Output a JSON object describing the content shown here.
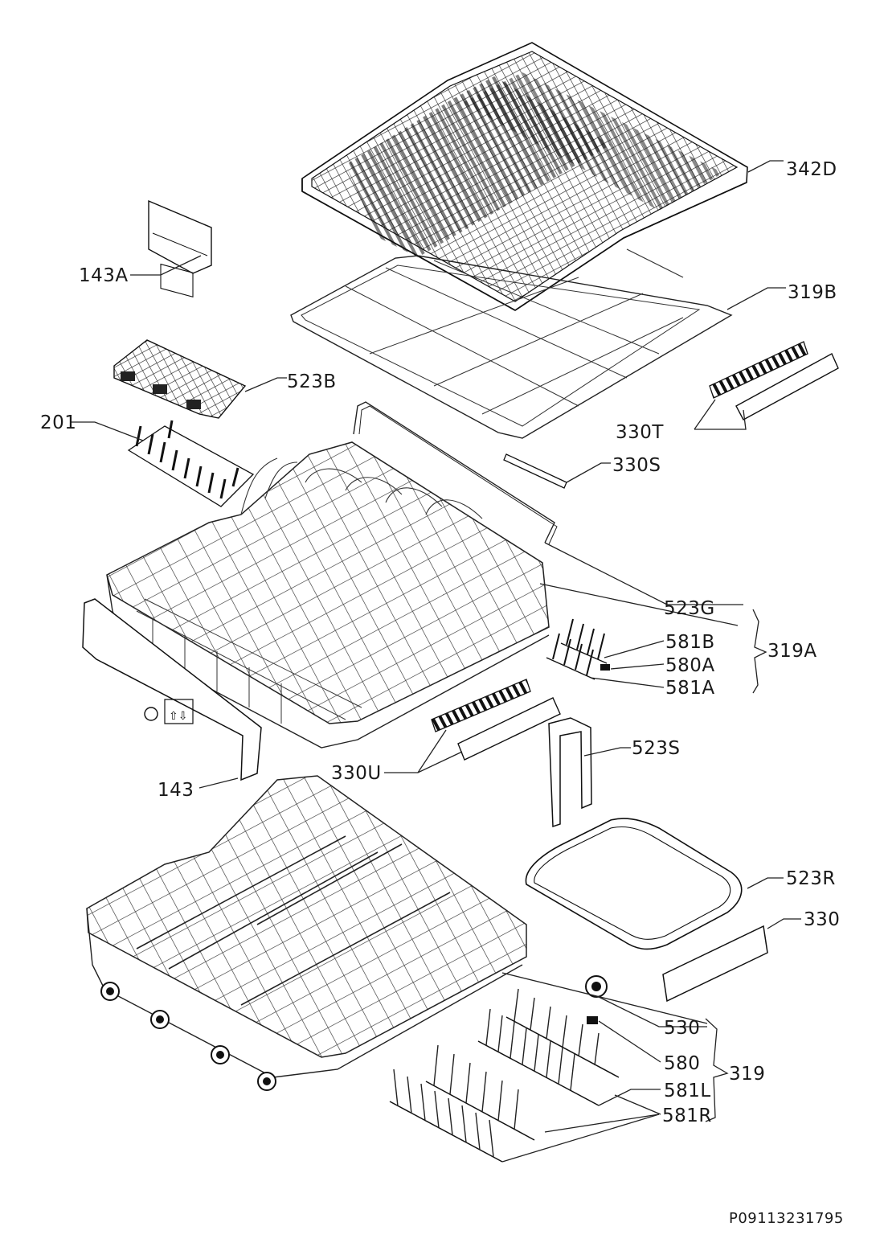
{
  "labels": {
    "l342D": "342D",
    "l143A": "143A",
    "l319B": "319B",
    "l523B": "523B",
    "l201": "201",
    "l330T": "330T",
    "l330S": "330S",
    "l523G": "523G",
    "l581B": "581B",
    "l580A": "580A",
    "l581A": "581A",
    "l319A": "319A",
    "l523S": "523S",
    "l330U": "330U",
    "l143": "143",
    "l523R": "523R",
    "l330": "330",
    "l530": "530",
    "l580": "580",
    "l581L": "581L",
    "l319": "319",
    "l581R": "581R"
  },
  "reference": "P09113231795"
}
